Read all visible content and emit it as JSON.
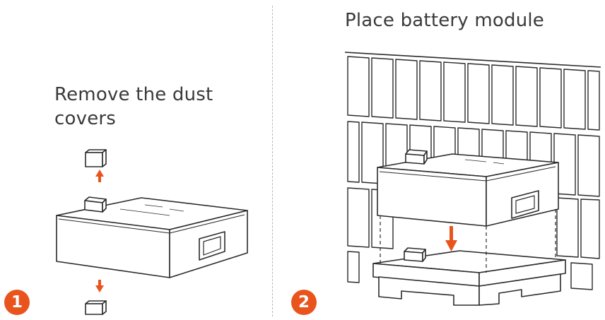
{
  "steps": [
    {
      "number": "1",
      "caption": "Remove the dust covers"
    },
    {
      "number": "2",
      "caption": "Place battery module"
    }
  ],
  "colors": {
    "accent": "#e8541c",
    "line": "#2b2b2b",
    "fill": "#ffffff"
  }
}
